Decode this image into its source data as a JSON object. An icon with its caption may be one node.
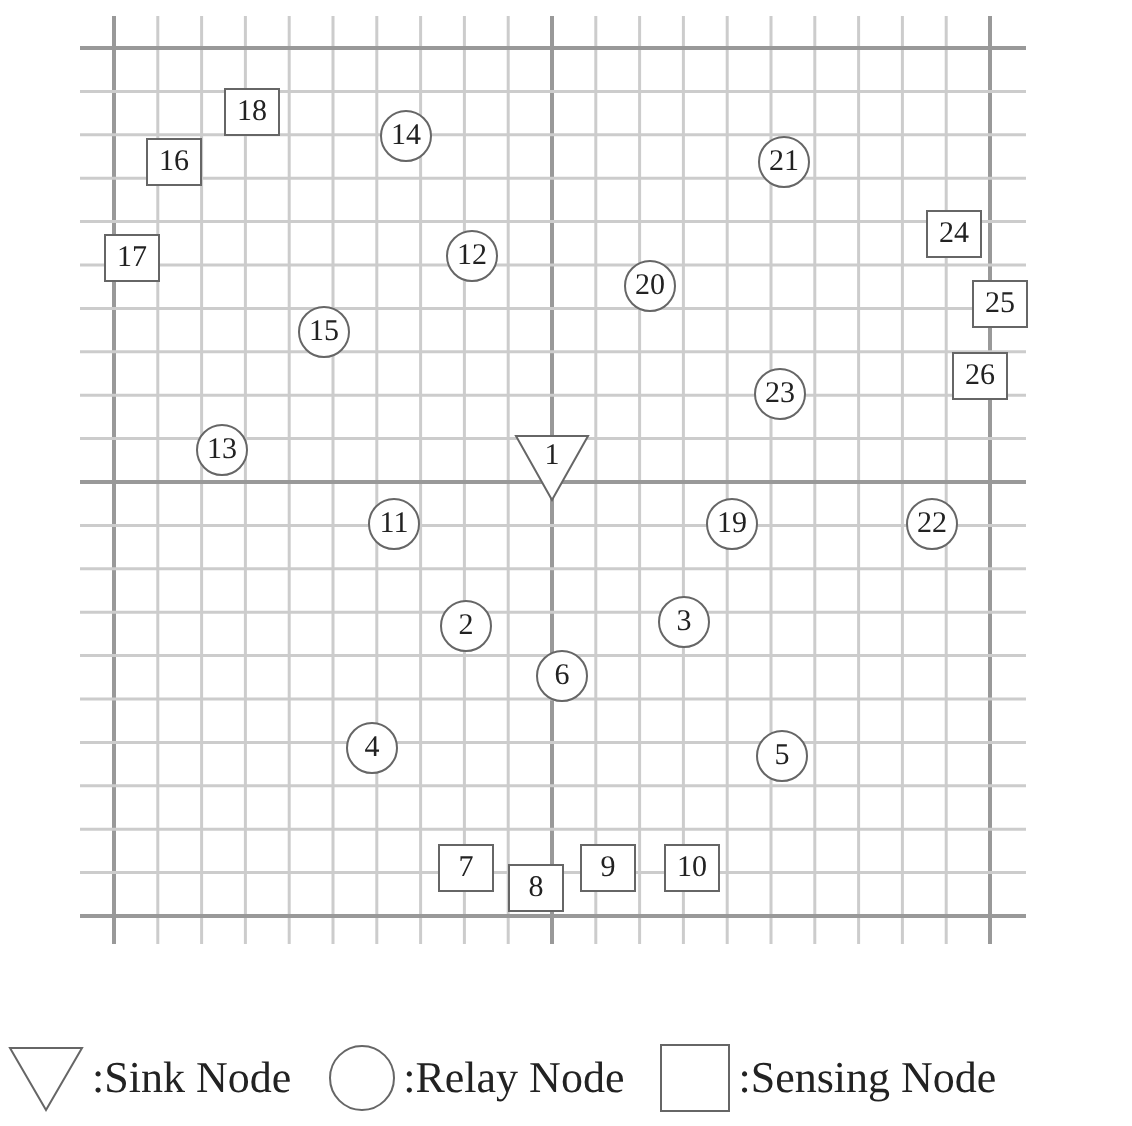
{
  "diagram": {
    "nodes": [
      {
        "text": [
          "1"
        ]
      },
      {
        "text": [
          "2"
        ]
      },
      {
        "text": [
          "3"
        ]
      },
      {
        "text": [
          "4"
        ]
      },
      {
        "text": [
          "5"
        ]
      },
      {
        "text": [
          "6"
        ]
      },
      {
        "text": [
          "7"
        ]
      },
      {
        "text": [
          "8"
        ]
      },
      {
        "text": [
          "9"
        ]
      },
      {
        "text": [
          "10"
        ]
      },
      {
        "text": [
          "11"
        ]
      },
      {
        "text": [
          "12"
        ]
      },
      {
        "text": [
          "13"
        ]
      },
      {
        "text": [
          "14"
        ]
      },
      {
        "text": [
          "15"
        ]
      },
      {
        "text": [
          "16"
        ]
      },
      {
        "text": [
          "17"
        ]
      },
      {
        "text": [
          "18"
        ]
      },
      {
        "text": [
          "19"
        ]
      },
      {
        "text": [
          "20"
        ]
      },
      {
        "text": [
          "21"
        ]
      },
      {
        "text": [
          "22"
        ]
      },
      {
        "text": [
          "23"
        ]
      },
      {
        "text": [
          "24"
        ]
      },
      {
        "text": [
          "25"
        ]
      },
      {
        "text": [
          "26"
        ]
      }
    ],
    "legend": [
      {
        "text": ":Sink Node"
      },
      {
        "text": ":Relay Node"
      },
      {
        "text": ":Sensing Node"
      }
    ]
  }
}
